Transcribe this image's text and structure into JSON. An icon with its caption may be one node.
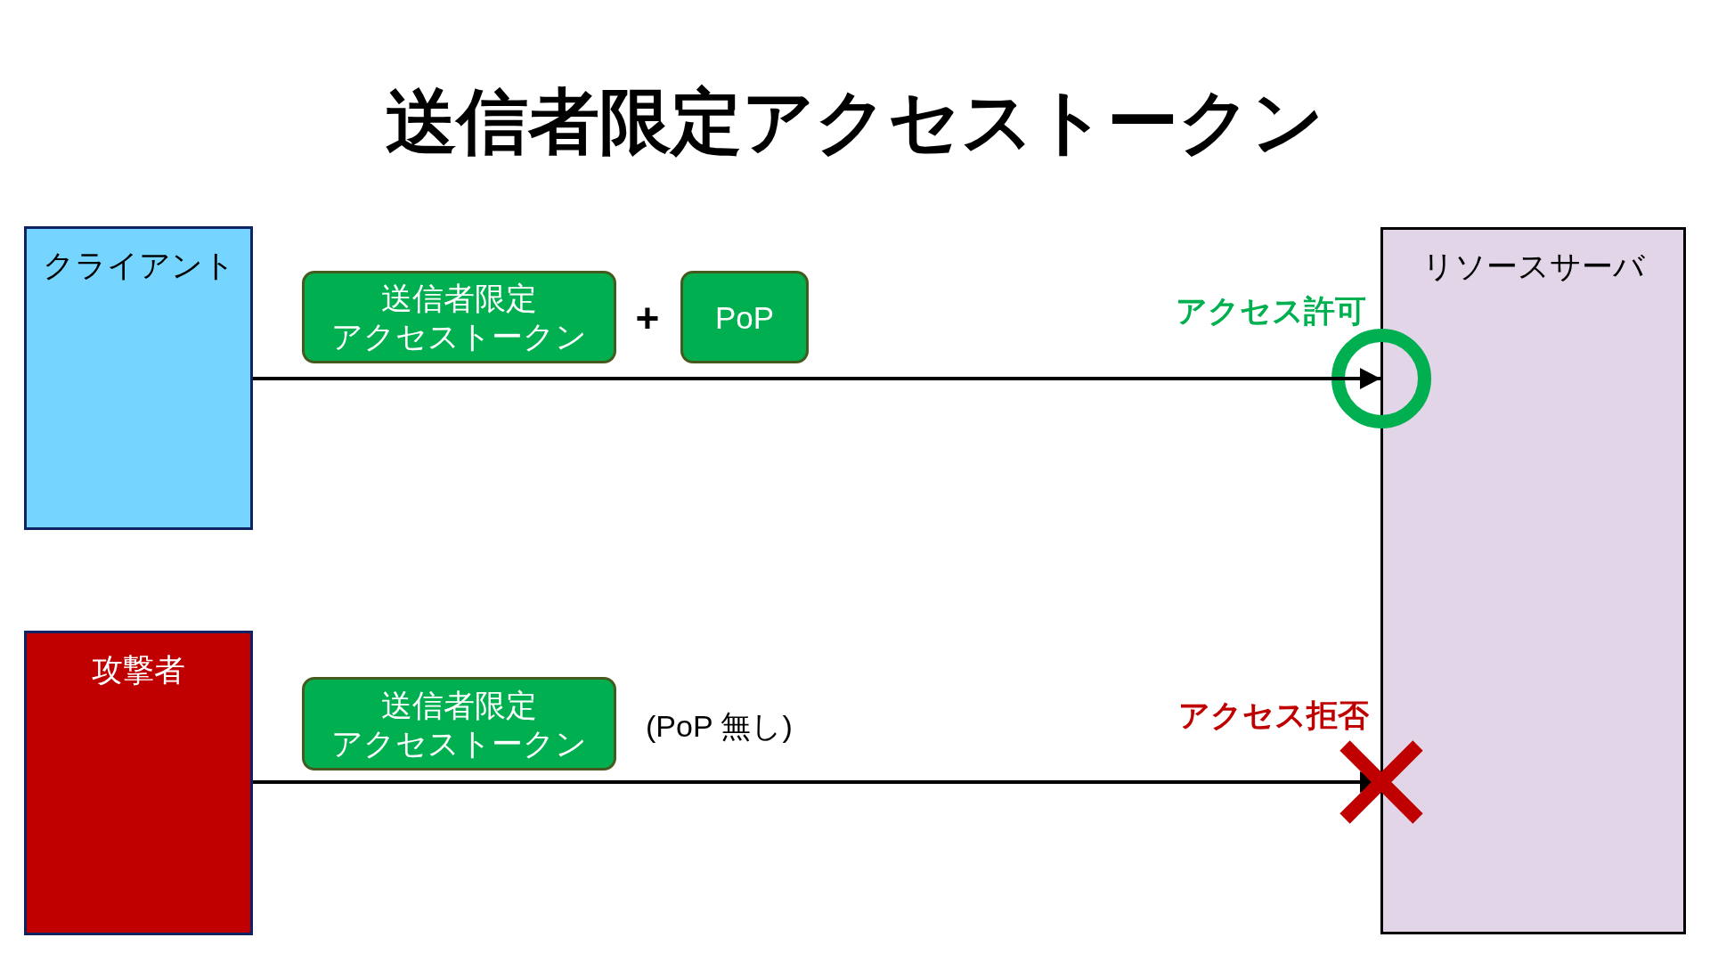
{
  "diagram": {
    "title": "送信者限定アクセストークン",
    "nodes": [
      {
        "text": [
          "クライアント"
        ]
      },
      {
        "text": [
          "送信者限定アクセストークン"
        ]
      },
      {
        "text": [
          "PoP"
        ]
      },
      {
        "text": [
          "リソースサーバ"
        ]
      },
      {
        "text": [
          "攻撃者"
        ]
      },
      {
        "text": [
          "送信者限定アクセストークン"
        ]
      }
    ],
    "edges": [
      {
        "from": 0,
        "to": 3,
        "arrow": "to"
      },
      {
        "from": 4,
        "to": 3,
        "arrow": "to"
      }
    ],
    "labels": [
      "+",
      "アクセス許可",
      "(PoP 無し)",
      "アクセス拒否"
    ]
  }
}
